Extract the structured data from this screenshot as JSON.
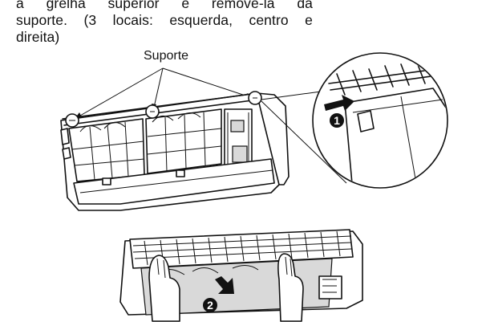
{
  "instruction": {
    "lines": [
      "a grelha superior e remove-la da",
      "suporte. (3 locais: esquerda, centro e",
      "direita)"
    ]
  },
  "callout": {
    "label": "Suporte"
  },
  "steps": [
    {
      "number": "1",
      "description": "push-arrow"
    },
    {
      "number": "2",
      "description": "pull-down-arrow"
    }
  ]
}
